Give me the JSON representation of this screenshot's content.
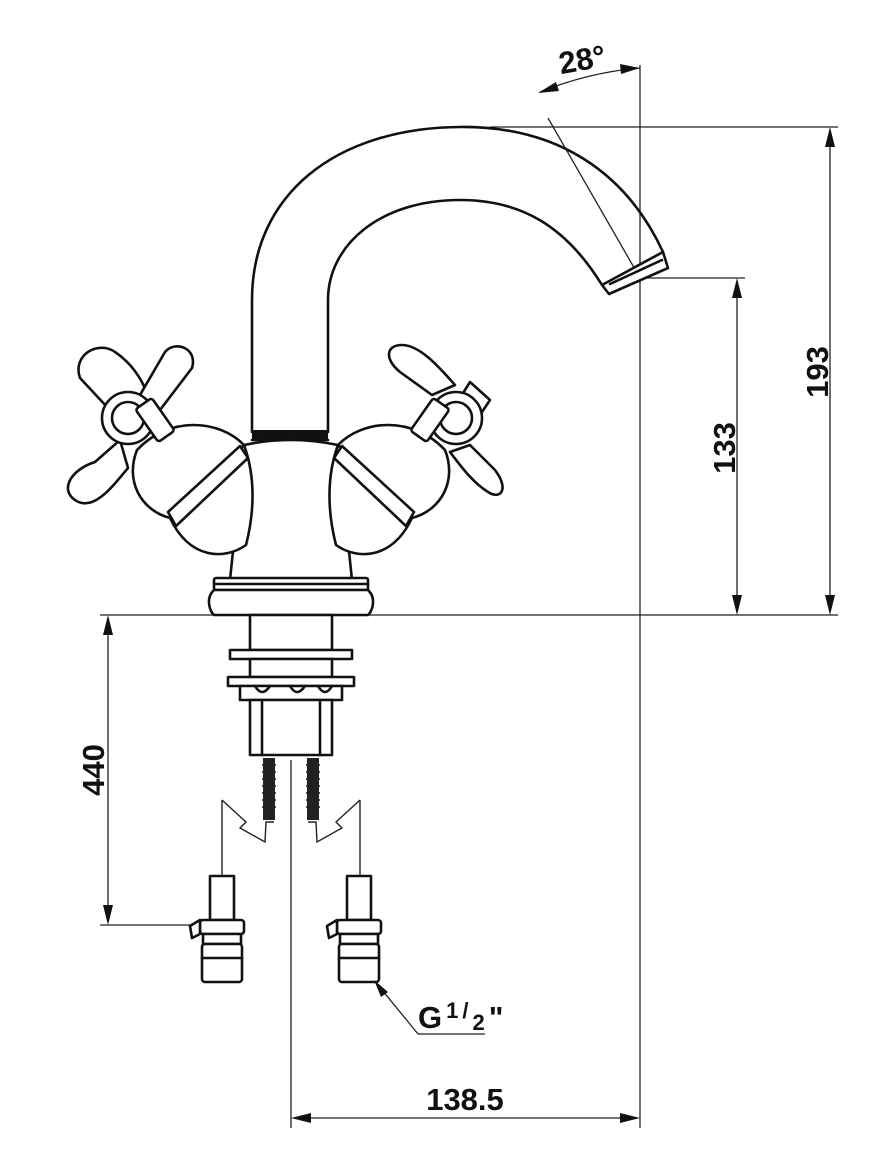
{
  "dimensions": {
    "spout_angle": "28°",
    "total_height": "193",
    "spout_height": "133",
    "tail_length": "440",
    "spout_reach": "138.5"
  },
  "thread": {
    "prefix": "G",
    "numerator": "1",
    "denominator": "2",
    "suffix": "\""
  },
  "colors": {
    "line": "#111111",
    "background": "#ffffff"
  }
}
